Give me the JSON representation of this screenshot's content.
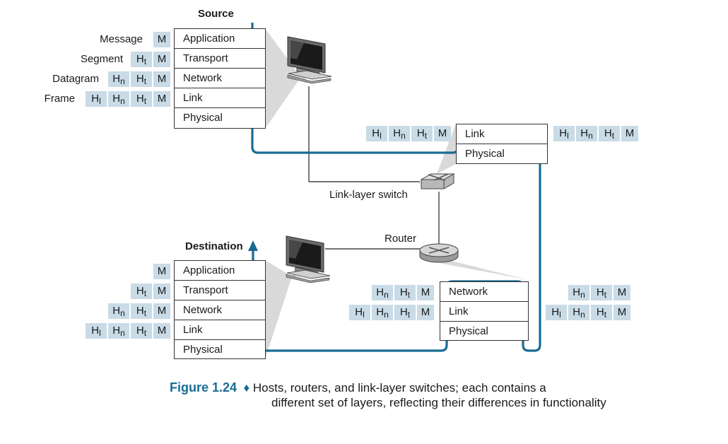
{
  "labels": {
    "source": "Source",
    "destination": "Destination",
    "switch": "Link-layer switch",
    "router": "Router",
    "message": "Message",
    "segment": "Segment",
    "datagram": "Datagram",
    "frame": "Frame"
  },
  "source_stack": [
    "Application",
    "Transport",
    "Network",
    "Link",
    "Physical"
  ],
  "dest_stack": [
    "Application",
    "Transport",
    "Network",
    "Link",
    "Physical"
  ],
  "switch_stack": [
    "Link",
    "Physical"
  ],
  "router_stack": [
    "Network",
    "Link",
    "Physical"
  ],
  "headers": {
    "message": [
      "M"
    ],
    "segment": [
      "Ht",
      "M"
    ],
    "datagram": [
      "Hn",
      "Ht",
      "M"
    ],
    "frame": [
      "Hl",
      "Hn",
      "Ht",
      "M"
    ]
  },
  "caption": {
    "figure": "Figure 1.24",
    "line1": "Hosts, routers, and link-layer switches; each contains a",
    "line2": "different set of layers, reflecting their differences in functionality"
  },
  "colors": {
    "path": "#1a6b94",
    "header_fill": "#c8dbe6",
    "caption_accent": "#1a6b94"
  }
}
